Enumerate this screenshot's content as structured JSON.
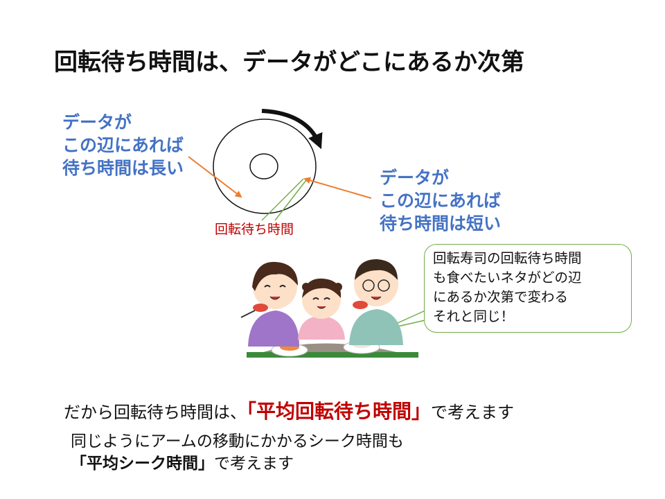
{
  "title": "回転待ち時間は、データがどこにあるか次第",
  "left_label": {
    "line1": "データが",
    "line2": "この辺にあれば",
    "line3": "待ち時間は長い"
  },
  "right_label": {
    "line1": "データが",
    "line2": "この辺にあれば",
    "line3": "待ち時間は短い"
  },
  "wait_label": "回転待ち時間",
  "speech_bubble": {
    "line1": "回転寿司の回転待ち時間",
    "line2": "も食べたいネタがどの辺",
    "line3": "にあるか次第で変わる",
    "line4": "それと同じ！"
  },
  "bottom": {
    "line1_prefix": "だから回転待ち時間は、",
    "line1_emphasis": "「平均回転待ち時間」",
    "line1_suffix": "で考えます",
    "line2": "同じようにアームの移動にかかるシーク時間も",
    "line3_emphasis": "「平均シーク時間」",
    "line3_suffix": "で考えます"
  },
  "colors": {
    "label_blue": "#4472c4",
    "arrow_orange": "#ed7d31",
    "line_green": "#70ad47",
    "emphasis_red": "#c00000"
  }
}
